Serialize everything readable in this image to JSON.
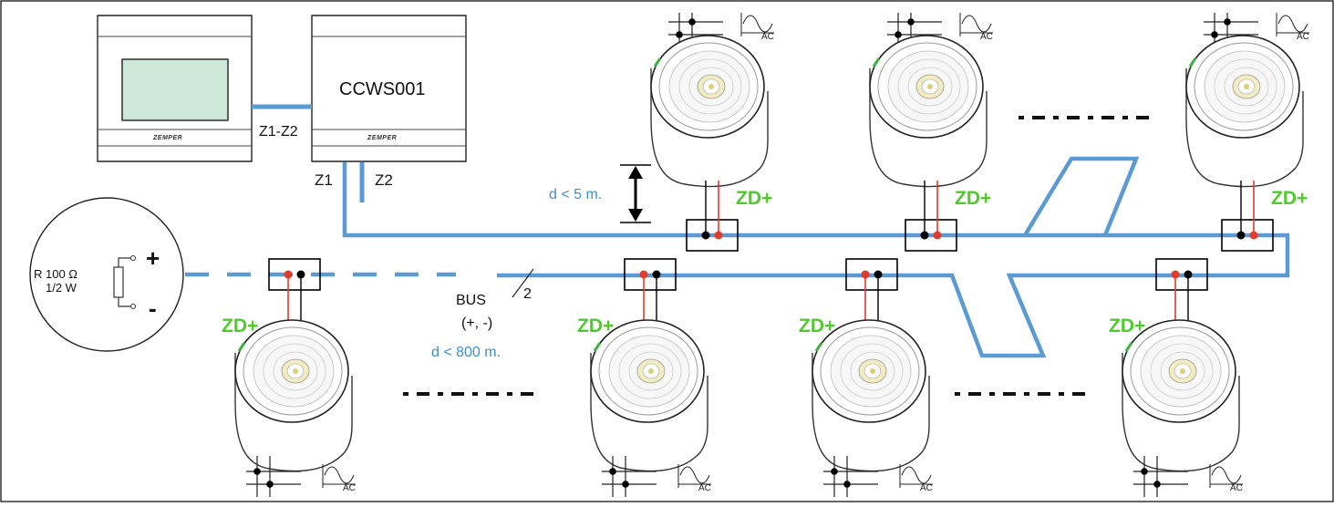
{
  "colors": {
    "bus": "#5b9bd5",
    "label_blue": "#3d8fd0",
    "zd_green": "#4ecb2a",
    "red_wire": "#e53b2a",
    "border": "#000000"
  },
  "controller": {
    "model": "CCWS001",
    "brand": "ZEMPER",
    "zone_link_label": "Z1-Z2",
    "zone1_label": "Z1",
    "zone2_label": "Z2"
  },
  "display": {
    "brand": "ZEMPER"
  },
  "terminator": {
    "resistor_label": "R 100  Ω",
    "power_label": "1/2 W",
    "plus_label": "+",
    "minus_label": "-"
  },
  "bus": {
    "label": "BUS",
    "polarity_label": "(+, -)",
    "wire_count": "2",
    "length_label": "d < 800 m."
  },
  "spur": {
    "length_label": "d < 5 m."
  },
  "luminaire": {
    "label": "ZD+",
    "supply_label": "AC"
  }
}
